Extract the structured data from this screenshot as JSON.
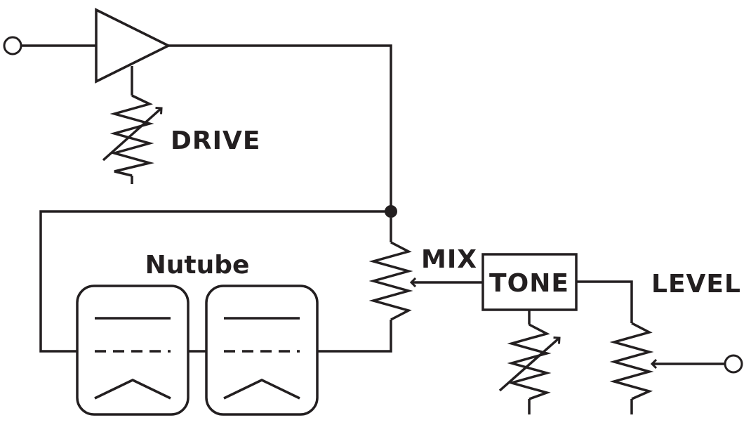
{
  "labels": {
    "drive": "DRIVE",
    "mix": "MIX",
    "tone": "TONE",
    "level": "LEVEL",
    "nutube": "Nutube"
  },
  "colors": {
    "ink": "#231f20",
    "background": "#ffffff"
  }
}
